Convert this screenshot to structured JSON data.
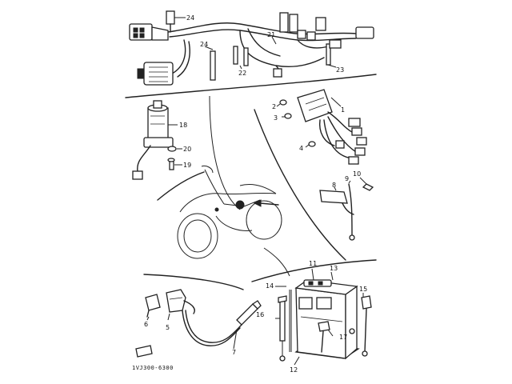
{
  "diagram": {
    "callouts": {
      "p1": "1",
      "p2": "2",
      "p3": "3",
      "p4": "4",
      "p5": "5",
      "p6": "6",
      "p7": "7",
      "p8": "8",
      "p9": "9",
      "p10": "10",
      "p11": "11",
      "p12": "12",
      "p13": "13",
      "p14": "14",
      "p15": "15",
      "p16": "16",
      "p17": "17",
      "p18": "18",
      "p19": "19",
      "p20": "20",
      "p21": "21",
      "p22": "22",
      "p23": "23",
      "p24a": "24",
      "p24b": "24"
    },
    "figure_code": "1VJ300-6300"
  }
}
